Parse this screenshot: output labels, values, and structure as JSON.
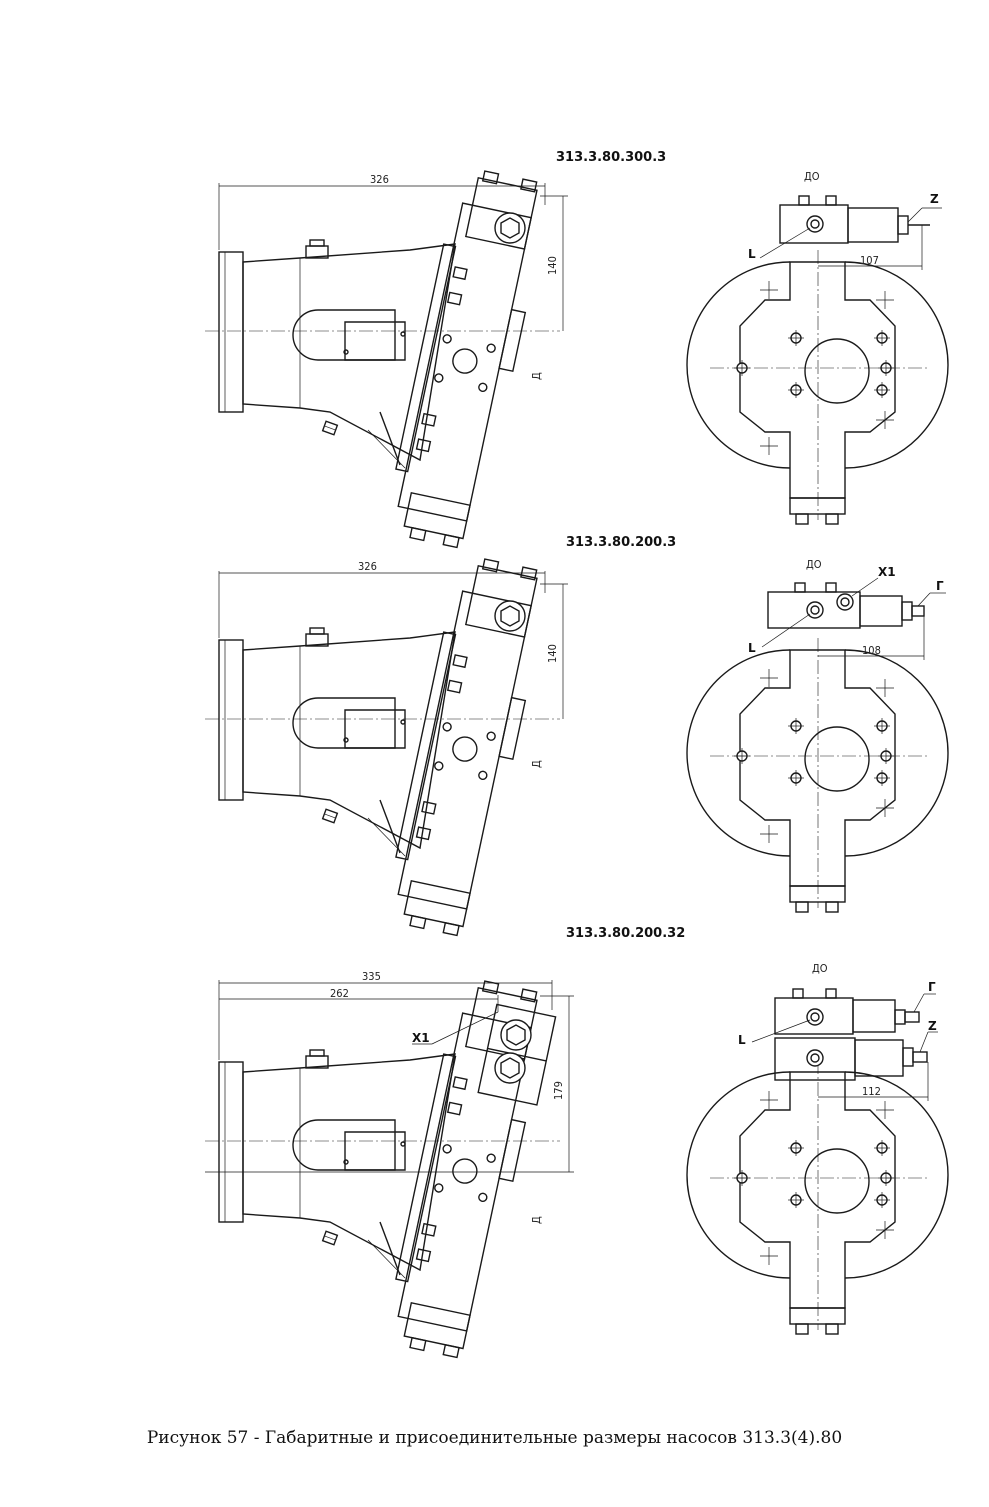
{
  "views": [
    {
      "code": "313.3.80.300.3",
      "dims": [
        "326",
        "140",
        "107"
      ],
      "labels": [
        "L",
        "Z"
      ],
      "ports": [
        "Д",
        "ДО"
      ]
    },
    {
      "code": "313.3.80.200.3",
      "dims": [
        "326",
        "140",
        "108"
      ],
      "labels": [
        "L",
        "X1",
        "Г"
      ],
      "ports": [
        "Д",
        "ДО"
      ]
    },
    {
      "code": "313.3.80.200.32",
      "dims": [
        "335",
        "262",
        "179",
        "112"
      ],
      "labels": [
        "X1",
        "L",
        "Г",
        "Z"
      ],
      "ports": [
        "Д",
        "ДО"
      ]
    }
  ],
  "caption": "Рисунок 57 - Габаритные и присоединительные размеры насосов 313.3(4).80"
}
